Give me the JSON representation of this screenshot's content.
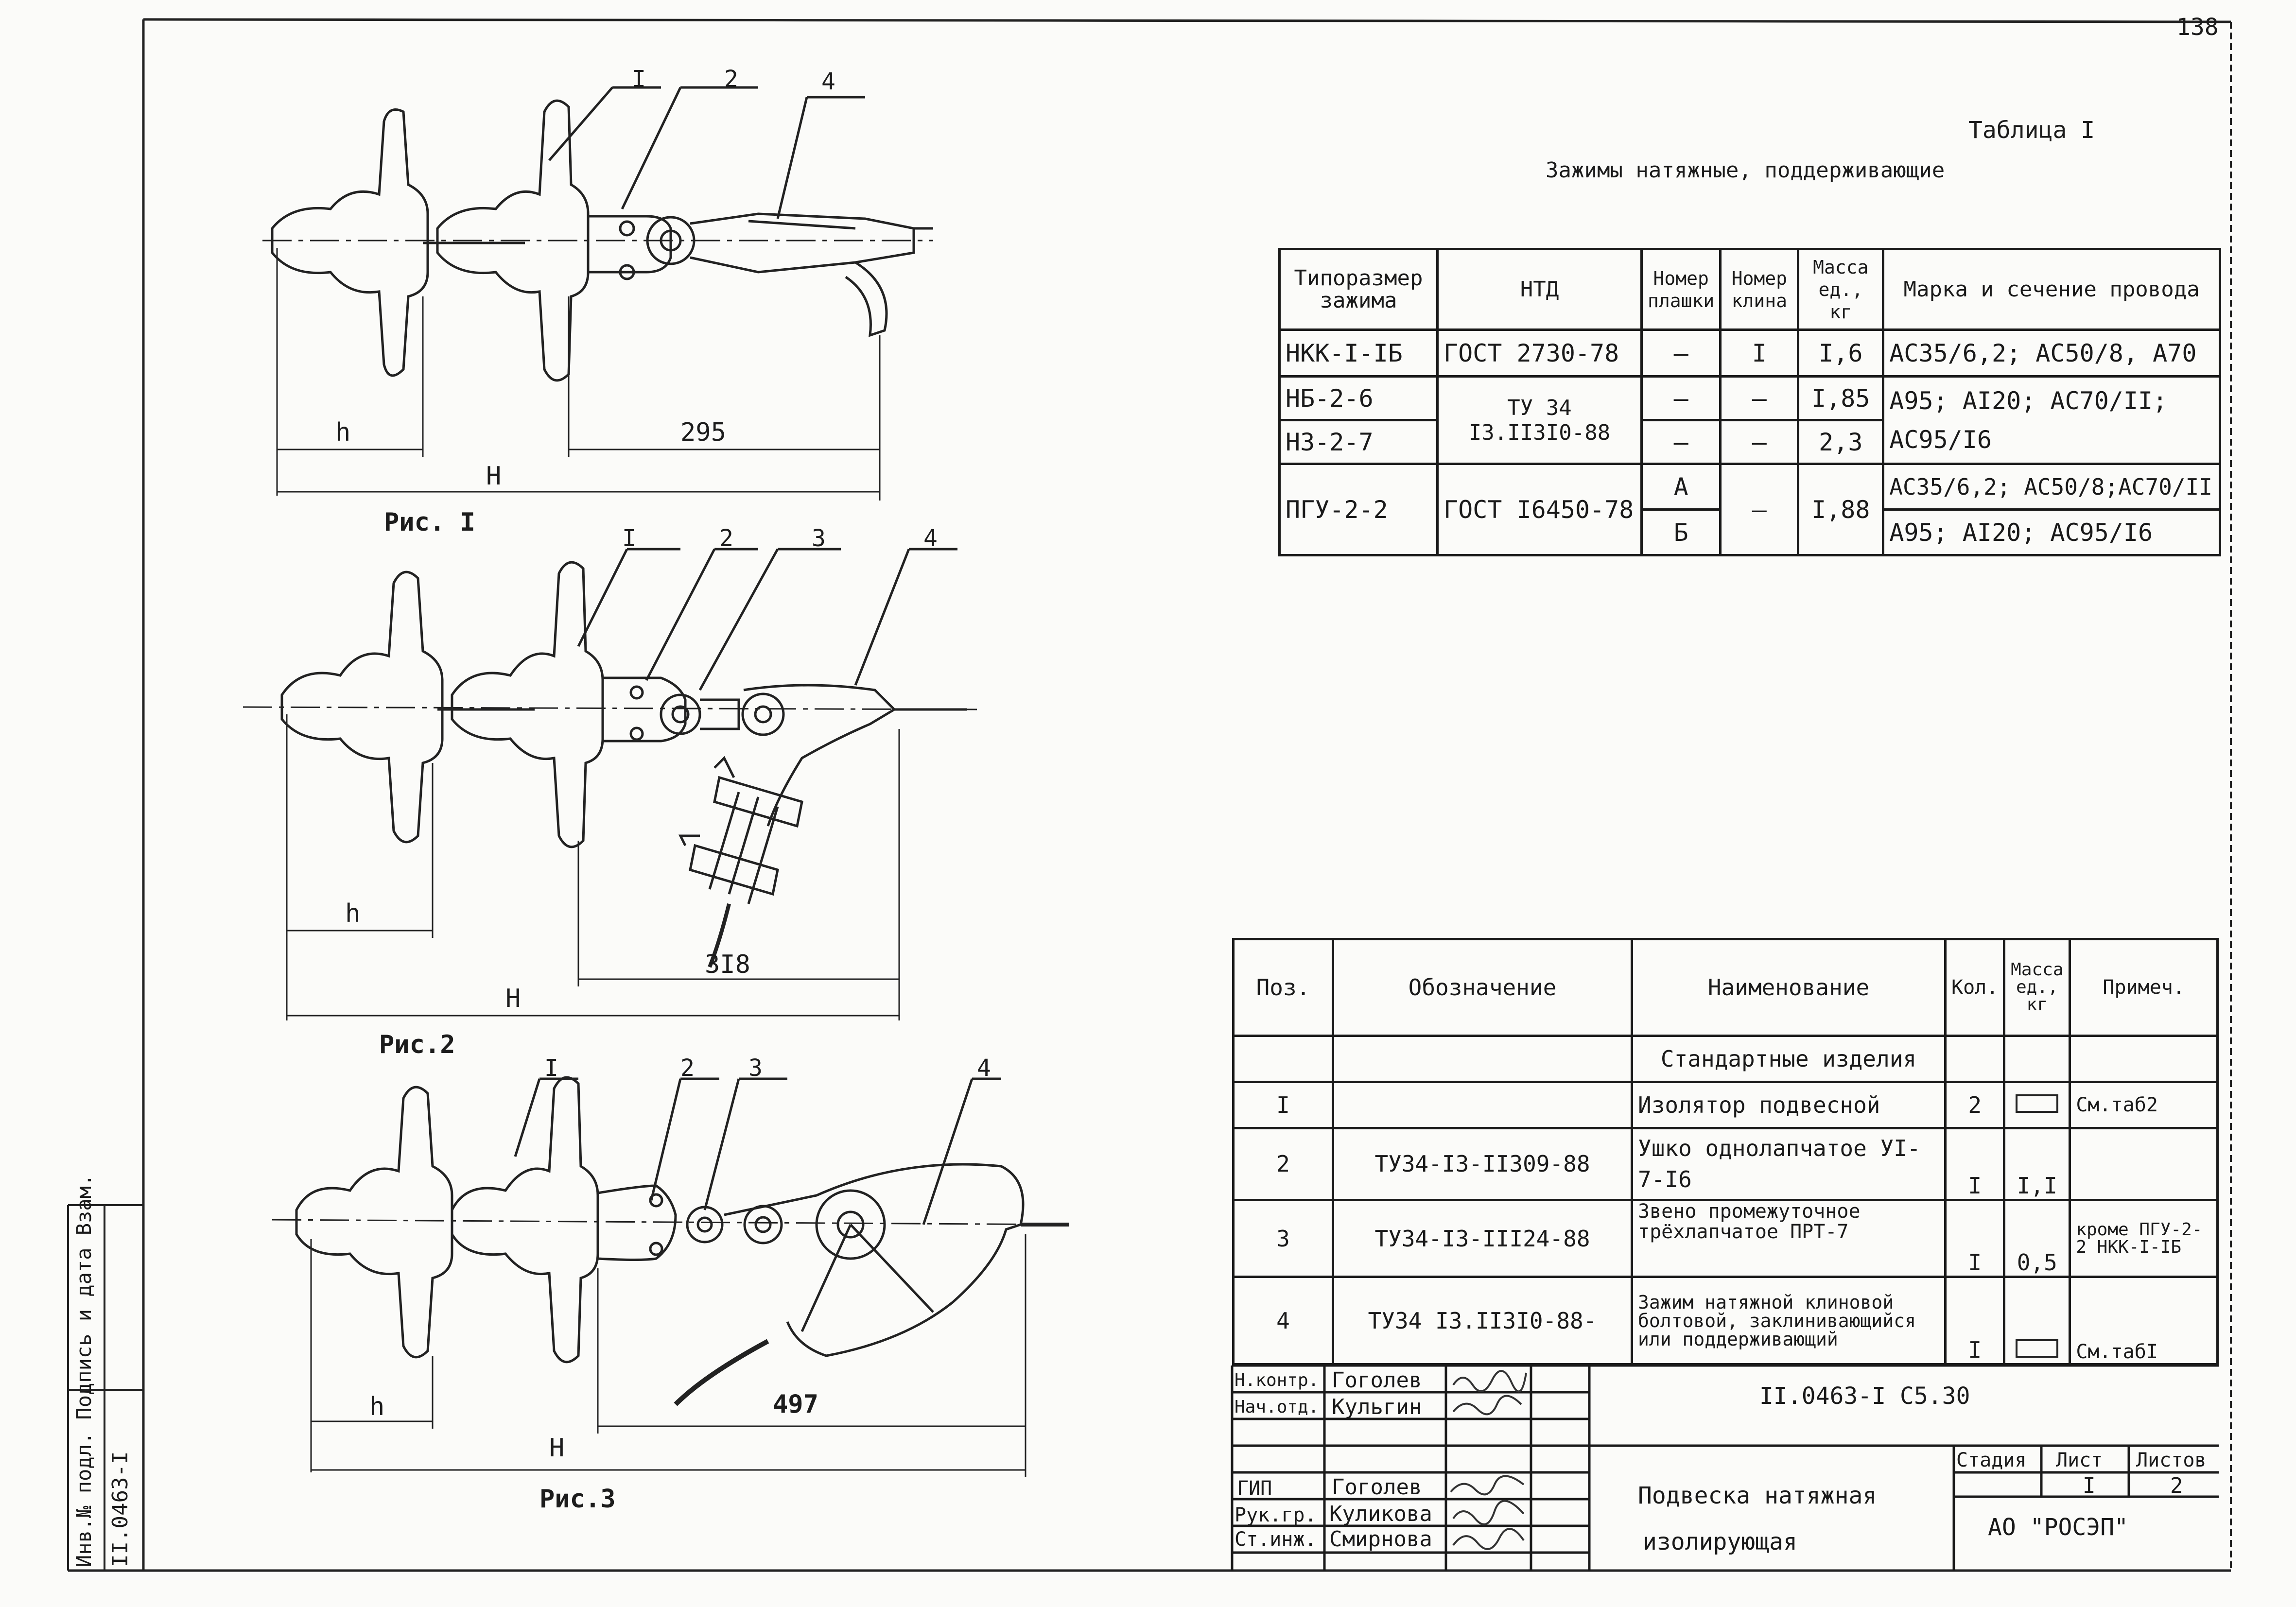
{
  "page_number": "138",
  "table1": {
    "caption": "Таблица I",
    "title": "Зажимы натяжные, поддерживающие",
    "headers": [
      "Типоразмер зажима",
      "НТД",
      "Номер плашки",
      "Номер клина",
      "Масса ед., кг",
      "Марка и сечение провода"
    ],
    "rows": [
      {
        "type": "НКК-I-IБ",
        "ntd": "ГОСТ 2730-78",
        "plate": "–",
        "wedge": "I",
        "mass": "I,6",
        "wire": "АС35/6,2; АС50/8, А70"
      },
      {
        "type": "НБ-2-6",
        "ntd": "ТУ 34 I3.II3I0-88",
        "plate": "–",
        "wedge": "–",
        "mass": "I,85",
        "wire": "А95; АI20; АС70/II; АС95/I6"
      },
      {
        "type": "НЗ-2-7",
        "plate": "–",
        "wedge": "–",
        "mass": "2,3"
      },
      {
        "type": "ПГУ-2-2",
        "ntd": "ГОСТ I6450-78",
        "plate": "А",
        "wedge": "–",
        "mass": "I,88",
        "wire": "АС35/6,2; АС50/8;АС70/II"
      },
      {
        "plate": "Б",
        "wire": "А95; АI20; АС95/I6"
      }
    ]
  },
  "spec_table": {
    "headers": [
      "Поз.",
      "Обозначение",
      "Наименование",
      "Кол.",
      "Масса ед., кг",
      "Примеч."
    ],
    "section_title": "Стандартные изделия",
    "rows": [
      {
        "pos": "I",
        "designation": "",
        "name": "Изолятор подвесной",
        "qty": "2",
        "mass": "",
        "note": "См.таб2"
      },
      {
        "pos": "2",
        "designation": "ТУ34-I3-II309-88",
        "name": "Ушко однолапчатое УI-7-I6",
        "qty": "I",
        "mass": "I,I",
        "note": ""
      },
      {
        "pos": "3",
        "designation": "ТУ34-I3-III24-88",
        "name": "Звено промежуточное трёхлапчатое ПРТ-7",
        "qty": "I",
        "mass": "0,5",
        "note": "кроме ПГУ-2-2 НКК-I-IБ"
      },
      {
        "pos": "4",
        "designation": "ТУ34 I3.II3I0-88-",
        "name": "Зажим натяжной клиновой болтовой, заклинивающийся или поддерживающий",
        "qty": "I",
        "mass": "",
        "note": "См.табI"
      }
    ]
  },
  "title_block": {
    "signers": [
      {
        "role": "Н.контр.",
        "name": "Гоголев"
      },
      {
        "role": "Нач.отд.",
        "name": "Кульгин"
      },
      {
        "role": "",
        "name": ""
      },
      {
        "role": "ГИП",
        "name": "Гоголев"
      },
      {
        "role": "Рук.гр.",
        "name": "Куликова"
      },
      {
        "role": "Ст.инж.",
        "name": "Смирнова"
      }
    ],
    "doc_code": "II.0463-I С5.30",
    "title_line1": "Подвеска натяжная",
    "title_line2": "изолирующая",
    "stage_label": "Стадия",
    "sheet_label": "Лист",
    "sheets_label": "Листов",
    "sheet_value": "I",
    "sheets_value": "2",
    "organization": "АО \"РОСЭП\""
  },
  "margin_stamp": {
    "label": "Инв.№ подл. Подпись и дата Взам.",
    "inventory": "II.0463-I"
  },
  "figures": [
    {
      "caption": "Рис. I",
      "leaders": [
        "I",
        "2",
        "4"
      ],
      "dim_h": "h",
      "dim_main": "295",
      "dim_H": "H"
    },
    {
      "caption": "Рис.2",
      "leaders": [
        "I",
        "2",
        "3",
        "4"
      ],
      "dim_h": "h",
      "dim_main": "3I8",
      "dim_H": "H"
    },
    {
      "caption": "Рис.3",
      "leaders": [
        "I",
        "2",
        "3",
        "4"
      ],
      "dim_h": "h",
      "dim_main": "497",
      "dim_H": "H"
    }
  ]
}
